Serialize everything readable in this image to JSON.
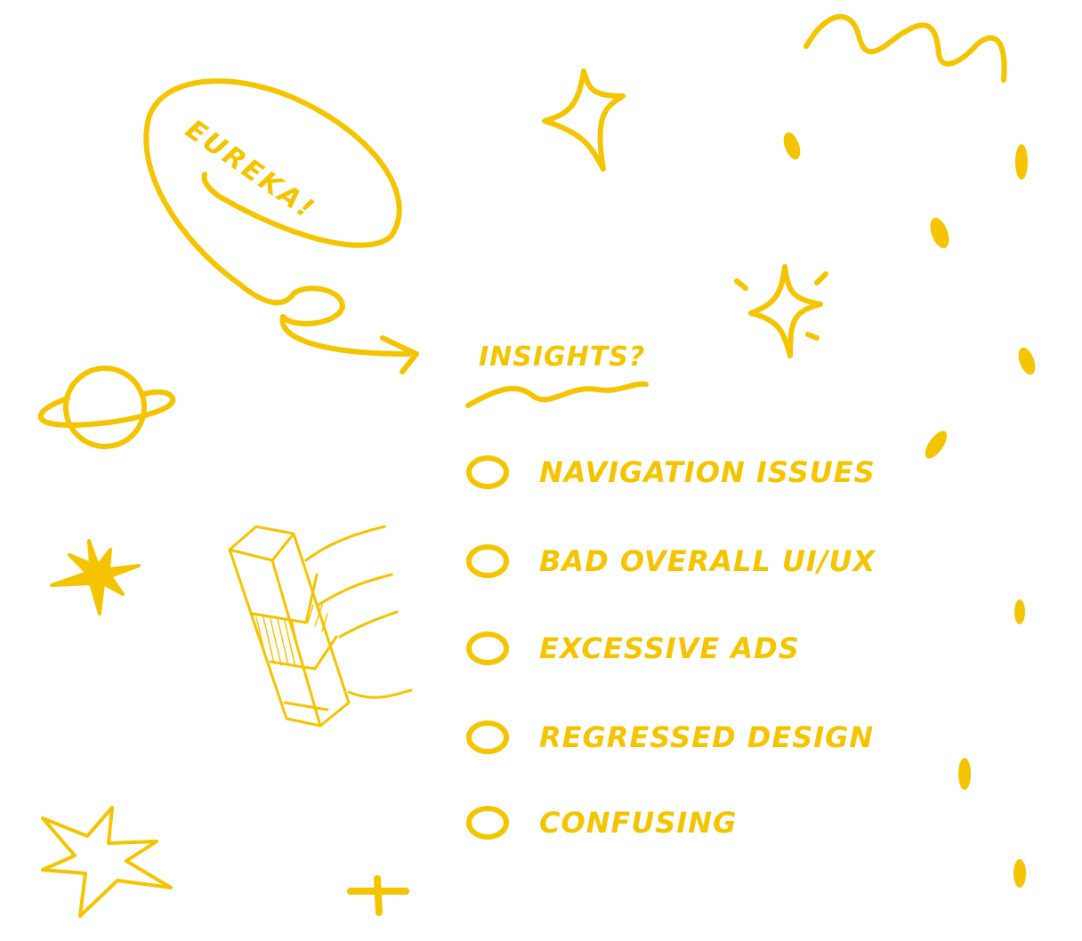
{
  "bubble": {
    "text": "Eureka!"
  },
  "poll": {
    "title": "Insights?",
    "options": [
      {
        "label": "Navigation Issues"
      },
      {
        "label": "Bad Overall UI/UX"
      },
      {
        "label": "Excessive Ads"
      },
      {
        "label": "Regressed Design"
      },
      {
        "label": "Confusing"
      }
    ]
  },
  "colors": {
    "ink": "#F5C400",
    "background": "#FFFFFF"
  }
}
